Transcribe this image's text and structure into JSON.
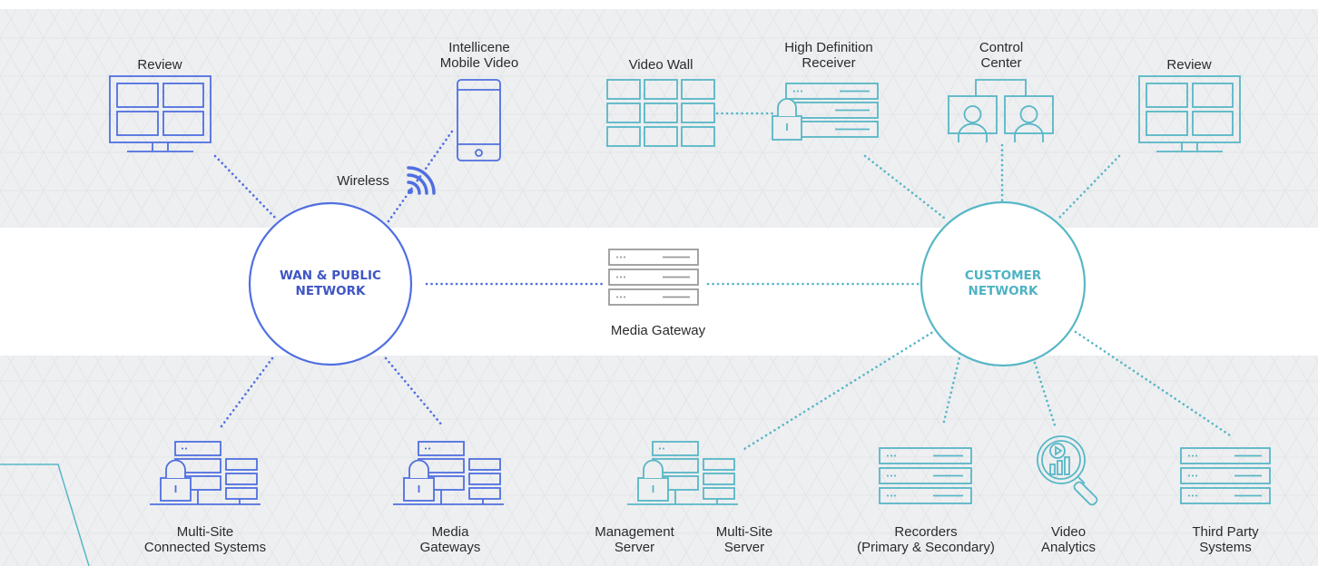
{
  "colors": {
    "wan": "#4f6fe0",
    "wan_text": "#3f55c4",
    "customer": "#57b7c6",
    "customer_text": "#4eb3c3",
    "band": "#eeeff1",
    "label": "#2b2b2b"
  },
  "hubs": {
    "wan": {
      "line1": "WAN & PUBLIC",
      "line2": "NETWORK"
    },
    "customer": {
      "line1": "CUSTOMER",
      "line2": "NETWORK"
    }
  },
  "labels": {
    "review_left": "Review",
    "mobile_line1": "Intellicene",
    "mobile_line2": "Mobile Video",
    "wireless": "Wireless",
    "video_wall": "Video Wall",
    "hd_receiver_line1": "High Definition",
    "hd_receiver_line2": "Receiver",
    "control_line1": "Control",
    "control_line2": "Center",
    "review_right": "Review",
    "media_gateway": "Media Gateway",
    "multisite_systems_line1": "Multi-Site",
    "multisite_systems_line2": "Connected Systems",
    "media_gateways_line1": "Media",
    "media_gateways_line2": "Gateways",
    "mgmt_server_line1": "Management",
    "mgmt_server_line2": "Server",
    "multisite_server_line1": "Multi-Site",
    "multisite_server_line2": "Server",
    "recorders_line1": "Recorders",
    "recorders_line2": "(Primary & Secondary)",
    "video_analytics_line1": "Video",
    "video_analytics_line2": "Analytics",
    "third_party_line1": "Third Party",
    "third_party_line2": "Systems"
  },
  "icons": [
    "monitor-icon",
    "smartphone-icon",
    "wireless-icon",
    "video-wall-icon",
    "locked-server-icon",
    "control-center-icon",
    "server-rack-icon",
    "server-cluster-icon",
    "magnifier-analytics-icon"
  ]
}
